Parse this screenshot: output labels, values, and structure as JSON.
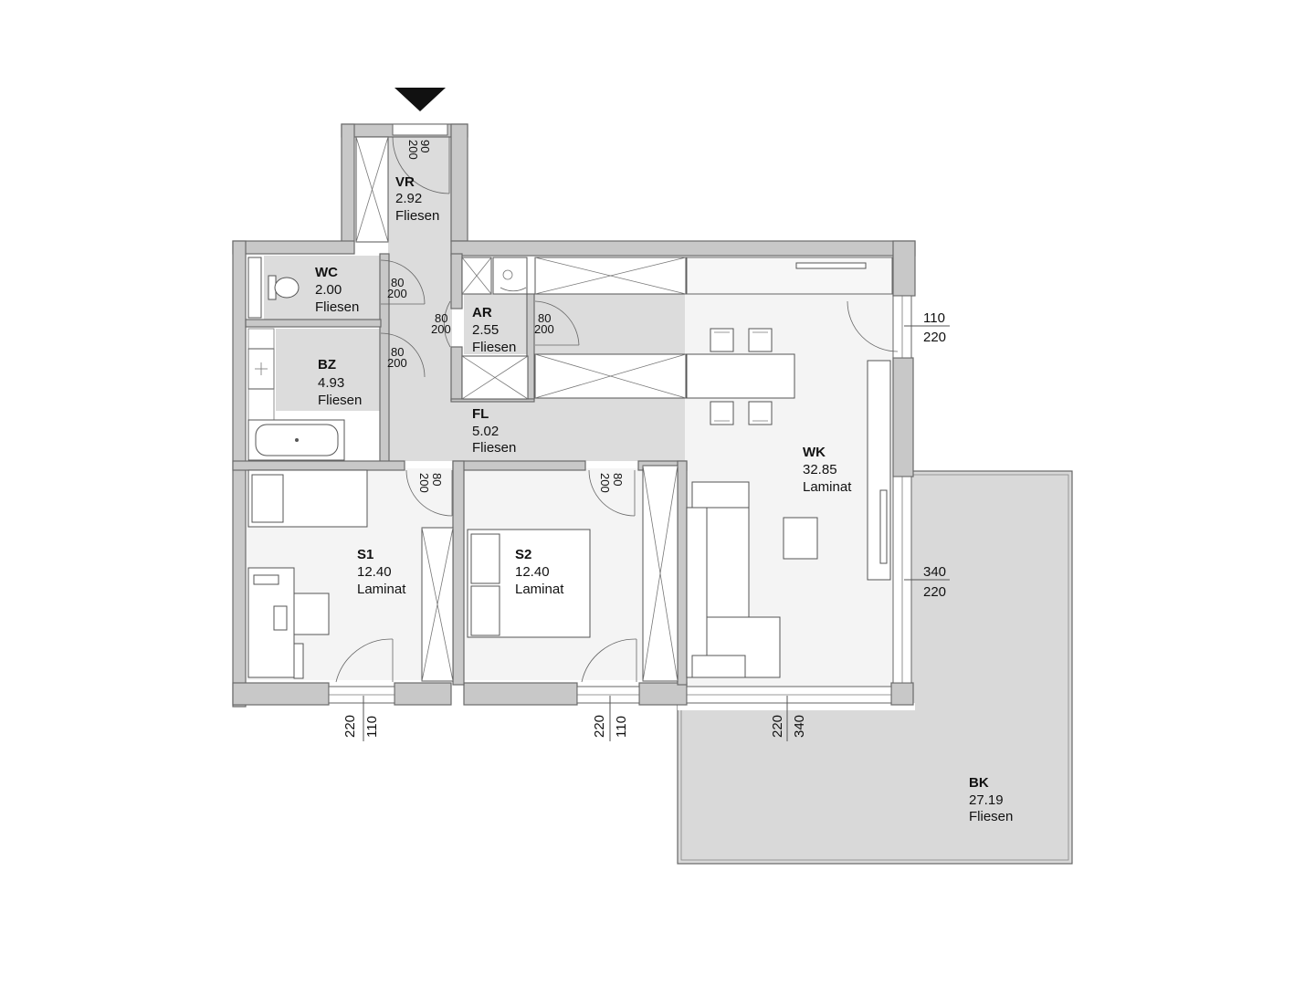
{
  "rooms": {
    "vr": {
      "name": "VR",
      "area": "2.92",
      "floor": "Fliesen"
    },
    "wc": {
      "name": "WC",
      "area": "2.00",
      "floor": "Fliesen"
    },
    "ar": {
      "name": "AR",
      "area": "2.55",
      "floor": "Fliesen"
    },
    "bz": {
      "name": "BZ",
      "area": "4.93",
      "floor": "Fliesen"
    },
    "fl": {
      "name": "FL",
      "area": "5.02",
      "floor": "Fliesen"
    },
    "wk": {
      "name": "WK",
      "area": "32.85",
      "floor": "Laminat"
    },
    "s1": {
      "name": "S1",
      "area": "12.40",
      "floor": "Laminat"
    },
    "s2": {
      "name": "S2",
      "area": "12.40",
      "floor": "Laminat"
    },
    "bk": {
      "name": "BK",
      "area": "27.19",
      "floor": "Fliesen"
    }
  },
  "doors": {
    "entry": {
      "w": "90",
      "h": "200"
    },
    "wc": {
      "w": "80",
      "h": "200"
    },
    "ar_left": {
      "w": "80",
      "h": "200"
    },
    "ar_right": {
      "w": "80",
      "h": "200"
    },
    "bz": {
      "w": "80",
      "h": "200"
    },
    "s1": {
      "w": "80",
      "h": "200"
    },
    "s2": {
      "w": "80",
      "h": "200"
    }
  },
  "windows": {
    "wk_right_top": {
      "w": "110",
      "h": "220"
    },
    "wk_right_mid": {
      "w": "340",
      "h": "220"
    },
    "s1_bottom": {
      "w": "110",
      "h": "220"
    },
    "s2_bottom": {
      "w": "110",
      "h": "220"
    },
    "wk_bottom": {
      "w": "340",
      "h": "220"
    }
  },
  "entrance_marker": "entrance-triangle"
}
